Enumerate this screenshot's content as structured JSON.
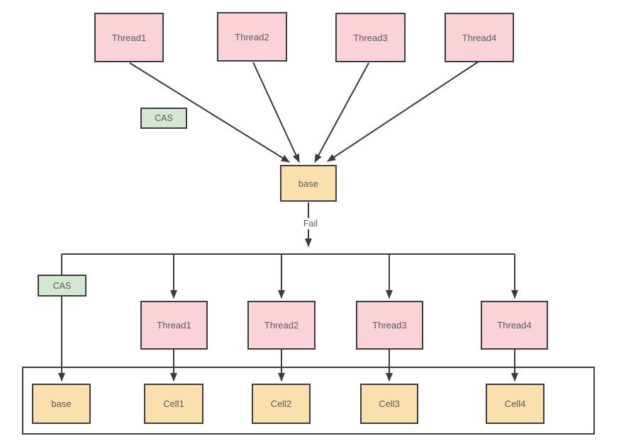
{
  "top": {
    "threads": [
      {
        "label": "Thread1"
      },
      {
        "label": "Thread2"
      },
      {
        "label": "Thread3"
      },
      {
        "label": "Thread4"
      }
    ],
    "cas": {
      "label": "CAS"
    },
    "base": {
      "label": "base"
    },
    "fail": {
      "label": "Fail"
    }
  },
  "bottom": {
    "cas": {
      "label": "CAS"
    },
    "threads": [
      {
        "label": "Thread1"
      },
      {
        "label": "Thread2"
      },
      {
        "label": "Thread3"
      },
      {
        "label": "Thread4"
      }
    ],
    "base": {
      "label": "base"
    },
    "cells": [
      {
        "label": "Cell1"
      },
      {
        "label": "Cell2"
      },
      {
        "label": "Cell3"
      },
      {
        "label": "Cell4"
      }
    ]
  },
  "colors": {
    "thread_fill": "#fad2d8",
    "accum_fill": "#fbdfad",
    "cas_fill": "#d3e8d1",
    "node_border": "#3d3d3d",
    "line": "#3b3b3b",
    "text": "#595959",
    "bg": "#ffffff"
  }
}
